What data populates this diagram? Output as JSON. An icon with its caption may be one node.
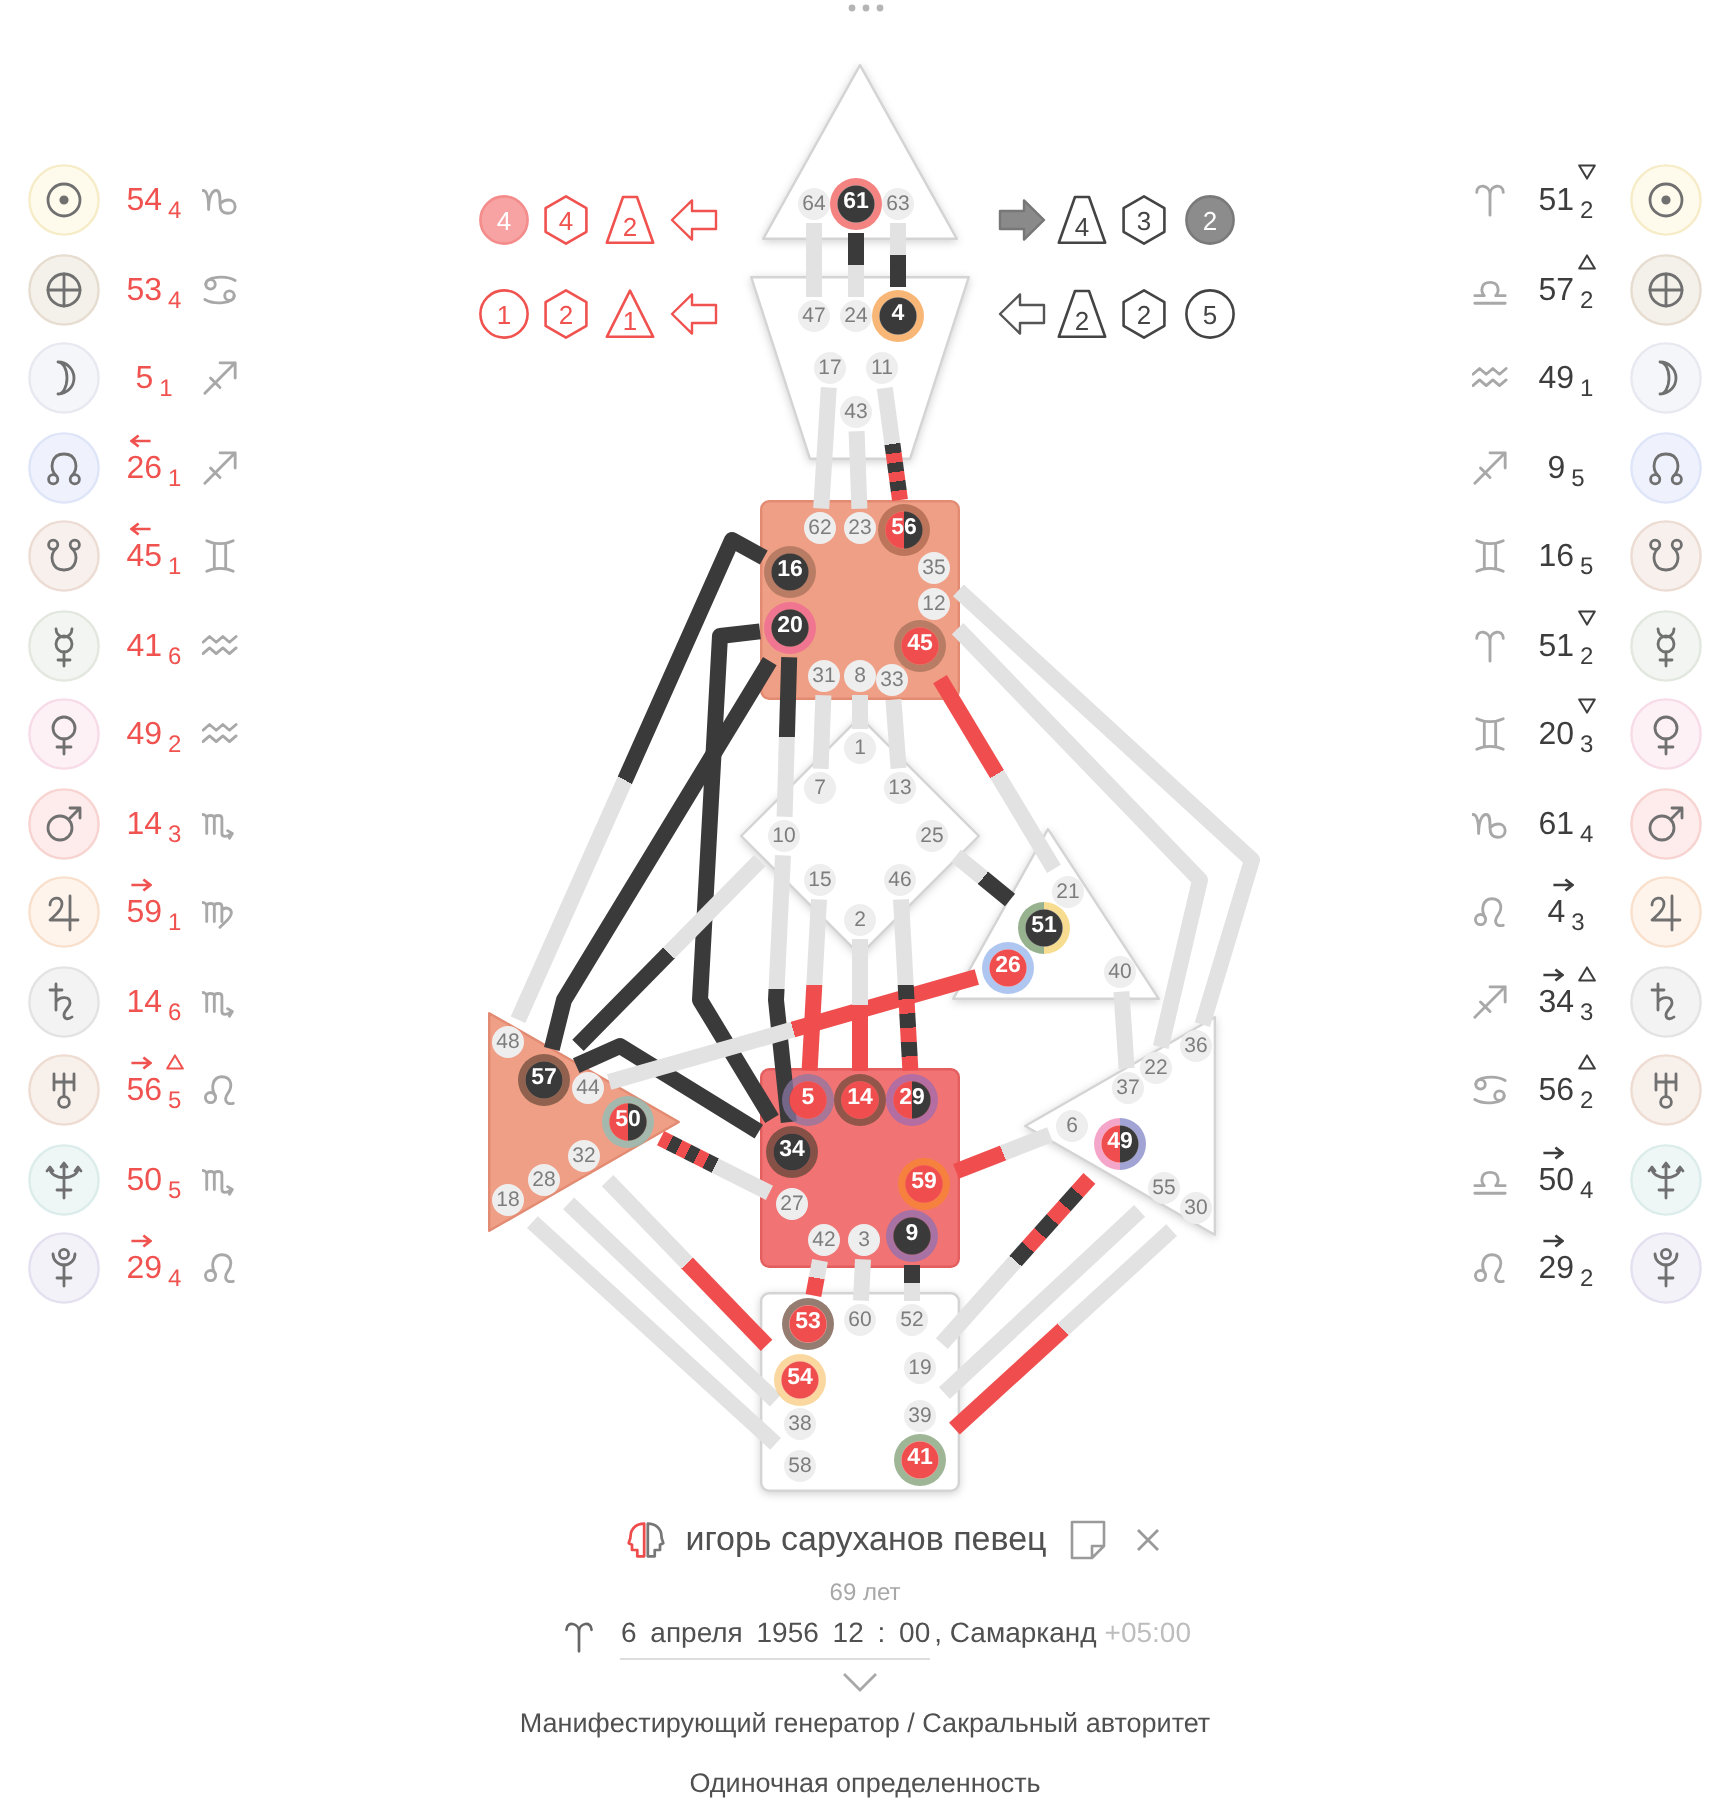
{
  "diagram": {
    "nodes": [
      {
        "text": [
          "4"
        ]
      },
      {
        "text": [
          "4"
        ]
      },
      {
        "text": [
          "2"
        ]
      },
      {
        "text": [
          "4"
        ]
      },
      {
        "text": [
          "3"
        ]
      },
      {
        "text": [
          "2"
        ]
      },
      {
        "text": [
          "1"
        ]
      },
      {
        "text": [
          "2"
        ]
      },
      {
        "text": [
          "1"
        ]
      },
      {
        "text": [
          "2"
        ]
      },
      {
        "text": [
          "2"
        ]
      },
      {
        "text": [
          "5"
        ]
      },
      {
        "text": [],
        "shape": "triangle"
      },
      {
        "text": [
          "64"
        ],
        "in": 12
      },
      {
        "text": [
          "61"
        ],
        "in": 12
      },
      {
        "text": [
          "63"
        ],
        "in": 12
      },
      {
        "text": [],
        "shape": "triangle"
      },
      {
        "text": [
          "47"
        ],
        "in": 16
      },
      {
        "text": [
          "24"
        ],
        "in": 16
      },
      {
        "text": [
          "4"
        ],
        "in": 16
      },
      {
        "text": [
          "17"
        ],
        "in": 16
      },
      {
        "text": [
          "11"
        ],
        "in": 16
      },
      {
        "text": [
          "43"
        ],
        "in": 16
      },
      {
        "text": [],
        "shape": "box"
      },
      {
        "text": [
          "62"
        ],
        "in": 23
      },
      {
        "text": [
          "23"
        ],
        "in": 23
      },
      {
        "text": [
          "56"
        ],
        "in": 23
      },
      {
        "text": [
          "16"
        ],
        "in": 23
      },
      {
        "text": [
          "35"
        ],
        "in": 23
      },
      {
        "text": [
          "20"
        ],
        "in": 23
      },
      {
        "text": [
          "12"
        ],
        "in": 23
      },
      {
        "text": [
          "45"
        ],
        "in": 23
      },
      {
        "text": [
          "31"
        ],
        "in": 23
      },
      {
        "text": [
          "8"
        ],
        "in": 23
      },
      {
        "text": [
          "33"
        ],
        "in": 23
      },
      {
        "text": [],
        "shape": "diamond"
      },
      {
        "text": [
          "1"
        ],
        "in": 35
      },
      {
        "text": [
          "7"
        ],
        "in": 35
      },
      {
        "text": [
          "13"
        ],
        "in": 35
      },
      {
        "text": [
          "10"
        ],
        "in": 35
      },
      {
        "text": [
          "25"
        ],
        "in": 35
      },
      {
        "text": [
          "15"
        ],
        "in": 35
      },
      {
        "text": [
          "46"
        ],
        "in": 35
      },
      {
        "text": [
          "2"
        ],
        "in": 35
      },
      {
        "text": [],
        "shape": "triangle"
      },
      {
        "text": [
          "21"
        ],
        "in": 44
      },
      {
        "text": [
          "51"
        ],
        "in": 44
      },
      {
        "text": [
          "26"
        ],
        "in": 44
      },
      {
        "text": [
          "40"
        ],
        "in": 44
      },
      {
        "text": [],
        "shape": "triangle"
      },
      {
        "text": [
          "48"
        ],
        "in": 49
      },
      {
        "text": [
          "57"
        ],
        "in": 49
      },
      {
        "text": [
          "44"
        ],
        "in": 49
      },
      {
        "text": [
          "50"
        ],
        "in": 49
      },
      {
        "text": [
          "32"
        ],
        "in": 49
      },
      {
        "text": [
          "28"
        ],
        "in": 49
      },
      {
        "text": [
          "18"
        ],
        "in": 49
      },
      {
        "text": [],
        "shape": "box"
      },
      {
        "text": [
          "5"
        ],
        "in": 57
      },
      {
        "text": [
          "14"
        ],
        "in": 57
      },
      {
        "text": [
          "29"
        ],
        "in": 57
      },
      {
        "text": [
          "34"
        ],
        "in": 57
      },
      {
        "text": [
          "59"
        ],
        "in": 57
      },
      {
        "text": [
          "27"
        ],
        "in": 57
      },
      {
        "text": [
          "42"
        ],
        "in": 57
      },
      {
        "text": [
          "3"
        ],
        "in": 57
      },
      {
        "text": [
          "9"
        ],
        "in": 57
      },
      {
        "text": [],
        "shape": "triangle"
      },
      {
        "text": [
          "36"
        ],
        "in": 67
      },
      {
        "text": [
          "22"
        ],
        "in": 67
      },
      {
        "text": [
          "37"
        ],
        "in": 67
      },
      {
        "text": [
          "6"
        ],
        "in": 67
      },
      {
        "text": [
          "49"
        ],
        "in": 67
      },
      {
        "text": [
          "55"
        ],
        "in": 67
      },
      {
        "text": [
          "30"
        ],
        "in": 67
      },
      {
        "text": [],
        "shape": "box"
      },
      {
        "text": [
          "53"
        ],
        "in": 75
      },
      {
        "text": [
          "60"
        ],
        "in": 75
      },
      {
        "text": [
          "52"
        ],
        "in": 75
      },
      {
        "text": [
          "54"
        ],
        "in": 75
      },
      {
        "text": [
          "19"
        ],
        "in": 75
      },
      {
        "text": [
          "38"
        ],
        "in": 75
      },
      {
        "text": [
          "39"
        ],
        "in": 75
      },
      {
        "text": [
          "58"
        ],
        "in": 75
      },
      {
        "text": [
          "41"
        ],
        "in": 75
      }
    ],
    "edges": [
      {
        "from": 13,
        "to": 17,
        "arrow": "none"
      },
      {
        "from": 14,
        "to": 18,
        "arrow": "none"
      },
      {
        "from": 15,
        "to": 19,
        "arrow": "none"
      },
      {
        "from": 20,
        "to": 24,
        "arrow": "none"
      },
      {
        "from": 22,
        "to": 25,
        "arrow": "none"
      },
      {
        "from": 21,
        "to": 26,
        "arrow": "none"
      },
      {
        "from": 27,
        "to": 50,
        "arrow": "none"
      },
      {
        "from": 29,
        "to": 51,
        "arrow": "none",
        "color": "#3a3a3a"
      },
      {
        "from": 29,
        "to": 61,
        "arrow": "none",
        "color": "#3a3a3a"
      },
      {
        "from": 29,
        "to": 39,
        "arrow": "none"
      },
      {
        "from": 39,
        "to": 51,
        "arrow": "none"
      },
      {
        "from": 39,
        "to": 61,
        "arrow": "none"
      },
      {
        "from": 51,
        "to": 61,
        "arrow": "none",
        "color": "#3a3a3a"
      },
      {
        "from": 53,
        "to": 63,
        "arrow": "none"
      },
      {
        "from": 47,
        "to": 52,
        "arrow": "none"
      },
      {
        "from": 40,
        "to": 46,
        "arrow": "none"
      },
      {
        "from": 31,
        "to": 45,
        "arrow": "none"
      },
      {
        "from": 48,
        "to": 70,
        "arrow": "none"
      },
      {
        "from": 43,
        "to": 59,
        "arrow": "none"
      },
      {
        "from": 41,
        "to": 58,
        "arrow": "none"
      },
      {
        "from": 42,
        "to": 60,
        "arrow": "none"
      },
      {
        "from": 33,
        "to": 36,
        "arrow": "none"
      },
      {
        "from": 32,
        "to": 37,
        "arrow": "none"
      },
      {
        "from": 34,
        "to": 38,
        "arrow": "none"
      },
      {
        "from": 62,
        "to": 71,
        "arrow": "none"
      },
      {
        "from": 65,
        "to": 77,
        "arrow": "none"
      },
      {
        "from": 64,
        "to": 76,
        "arrow": "none"
      },
      {
        "from": 66,
        "to": 78,
        "arrow": "none"
      },
      {
        "from": 54,
        "to": 79,
        "arrow": "none"
      },
      {
        "from": 55,
        "to": 81,
        "arrow": "none"
      },
      {
        "from": 56,
        "to": 83,
        "arrow": "none"
      },
      {
        "from": 72,
        "to": 80,
        "arrow": "none"
      },
      {
        "from": 73,
        "to": 82,
        "arrow": "none"
      },
      {
        "from": 74,
        "to": 84,
        "arrow": "none"
      },
      {
        "from": 30,
        "to": 69,
        "arrow": "none"
      },
      {
        "from": 28,
        "to": 68,
        "arrow": "none"
      }
    ],
    "labels": [
      "54$_{4}$",
      "53$_{4}$",
      "5$_{1}$",
      "26$_{1}$",
      "45$_{1}$",
      "41$_{6}$",
      "49$_{2}$",
      "14$_{3}$",
      "59$_{1}$",
      "14$_{6}$",
      "56$_{5}$",
      "50$_{5}$",
      "29$_{4}$",
      "51$_{2}$",
      "57$_{2}$",
      "49$_{1}$",
      "9$_{5}$",
      "16$_{5}$",
      "51$_{2}$",
      "20$_{3}$",
      "61$_{4}$",
      "4$_{3}$",
      "34$_{3}$",
      "56$_{2}$",
      "50$_{4}$",
      "29$_{2}$",
      "игорь саруханов певец",
      "69 лет",
      "6 апреля 1956 12 : 00",
      ", Самарканд",
      "+05:00",
      "Манифестирующий генератор / Сакральный авторитет",
      "Одиночная определенность"
    ]
  }
}
